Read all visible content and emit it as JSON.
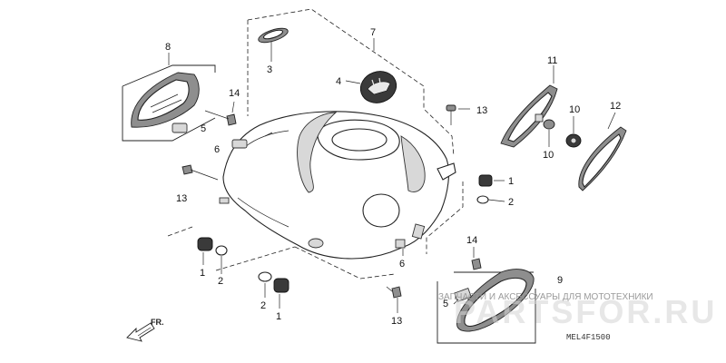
{
  "diagram": {
    "callouts": [
      {
        "id": "c3",
        "label": "3"
      },
      {
        "id": "c4",
        "label": "4"
      },
      {
        "id": "c7",
        "label": "7"
      },
      {
        "id": "c8",
        "label": "8"
      },
      {
        "id": "c14a",
        "label": "14"
      },
      {
        "id": "c5a",
        "label": "5"
      },
      {
        "id": "c6a",
        "label": "6"
      },
      {
        "id": "c13a",
        "label": "13"
      },
      {
        "id": "c13b",
        "label": "13"
      },
      {
        "id": "c11",
        "label": "11"
      },
      {
        "id": "c10a",
        "label": "10"
      },
      {
        "id": "c10b",
        "label": "10"
      },
      {
        "id": "c12",
        "label": "12"
      },
      {
        "id": "c1a",
        "label": "1"
      },
      {
        "id": "c2a",
        "label": "2"
      },
      {
        "id": "c1b",
        "label": "1"
      },
      {
        "id": "c2b",
        "label": "2"
      },
      {
        "id": "c2c",
        "label": "2"
      },
      {
        "id": "c1c",
        "label": "1"
      },
      {
        "id": "c6b",
        "label": "6"
      },
      {
        "id": "c13c",
        "label": "13"
      },
      {
        "id": "c14b",
        "label": "14"
      },
      {
        "id": "c9",
        "label": "9"
      },
      {
        "id": "c5b",
        "label": "5"
      }
    ],
    "front_marker": "FR.",
    "diagram_code": "MEL4F1500"
  },
  "watermark": {
    "logo": "PARTSFOR.RU",
    "tagline": "ЗАПЧАСТИ И АКСЕССУАРЫ ДЛЯ МОТОТЕХНИКИ"
  }
}
